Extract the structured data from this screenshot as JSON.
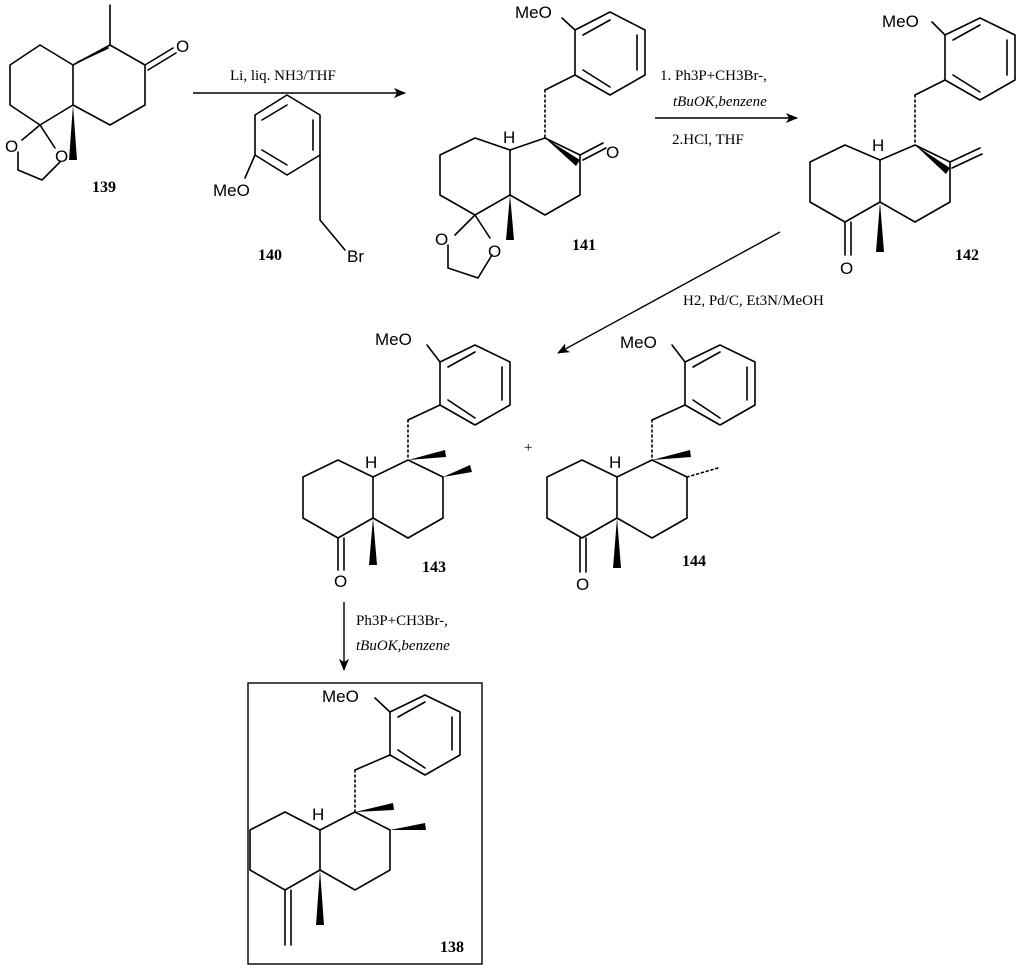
{
  "compounds": {
    "c139": {
      "number": "139",
      "O_ketone": "O",
      "O_ketal_1": "O",
      "O_ketal_2": "O"
    },
    "c140": {
      "number": "140",
      "methoxy": "MeO",
      "bromide": "Br"
    },
    "c141": {
      "number": "141",
      "methoxy": "MeO",
      "H": "H",
      "O_ketone": "O",
      "O_ketal_1": "O",
      "O_ketal_2": "O"
    },
    "c142": {
      "number": "142",
      "methoxy": "MeO",
      "H": "H",
      "O_ketone": "O"
    },
    "c143": {
      "number": "143",
      "methoxy": "MeO",
      "H": "H",
      "O_ketone": "O"
    },
    "c144": {
      "number": "144",
      "methoxy": "MeO",
      "H": "H",
      "O_ketone": "O"
    },
    "c138": {
      "number": "138",
      "methoxy": "MeO",
      "H": "H"
    }
  },
  "plus_sign": "+",
  "reagents": {
    "step1": "Li, liq. NH3/THF",
    "step2_line1": "1. Ph3P+CH3Br-,",
    "step2_line2": "tBuOK,benzene",
    "step2_line3": "2.HCl, THF",
    "step3": "H2, Pd/C, Et3N/MeOH",
    "step4_line1": "Ph3P+CH3Br-,",
    "step4_line2": "tBuOK,benzene"
  },
  "target_box_compound": "138"
}
